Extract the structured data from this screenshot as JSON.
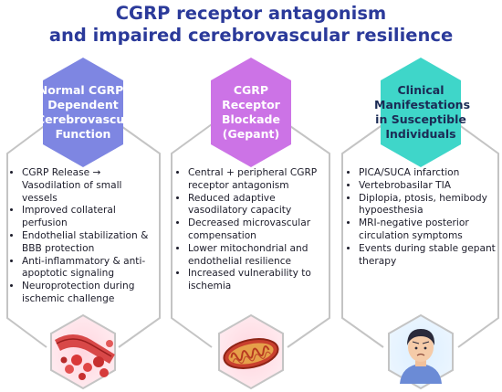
{
  "title": {
    "line1": "CGRP receptor antagonism",
    "line2": "and impaired cerebrovascular resilience"
  },
  "colors": {
    "title": "#2b3a9a",
    "col1_hex": "#7e86e2",
    "col2_hex": "#cc73e6",
    "col3_hex": "#3fd6c9",
    "outline": "#c4c4c4"
  },
  "columns": [
    {
      "heading": [
        "Normal CGRP-",
        "Dependent",
        "Cerebrovascular",
        "Function"
      ],
      "items": [
        "CGRP Release → Vasodilation of small vessels",
        "Improved collateral perfusion",
        "Endothelial stabilization & BBB protection",
        "Anti-inflammatory & anti-apoptotic signaling",
        "Neuroprotection during ischemic challenge"
      ],
      "icon": "blood-vessel-icon"
    },
    {
      "heading": [
        "CGRP",
        "Receptor",
        "Blockade",
        "(Gepant)"
      ],
      "items": [
        "Central + peripheral CGRP receptor antagonism",
        "Reduced adaptive vasodilatory capacity",
        "Decreased microvascular compensation",
        "Lower mitochondrial and endothelial resilience",
        "Increased vulnerability to ischemia"
      ],
      "icon": "mitochondrion-icon"
    },
    {
      "heading": [
        "Clinical",
        "Manifestations",
        "in Susceptible",
        "Individuals"
      ],
      "items": [
        "PICA/SUCA infarction",
        "Vertebrobasilar TIA",
        "Diplopia, ptosis, hemibody hypoesthesia",
        "MRI-negative posterior circulation symptoms",
        "Events during stable gepant therapy"
      ],
      "icon": "patient-icon"
    }
  ]
}
